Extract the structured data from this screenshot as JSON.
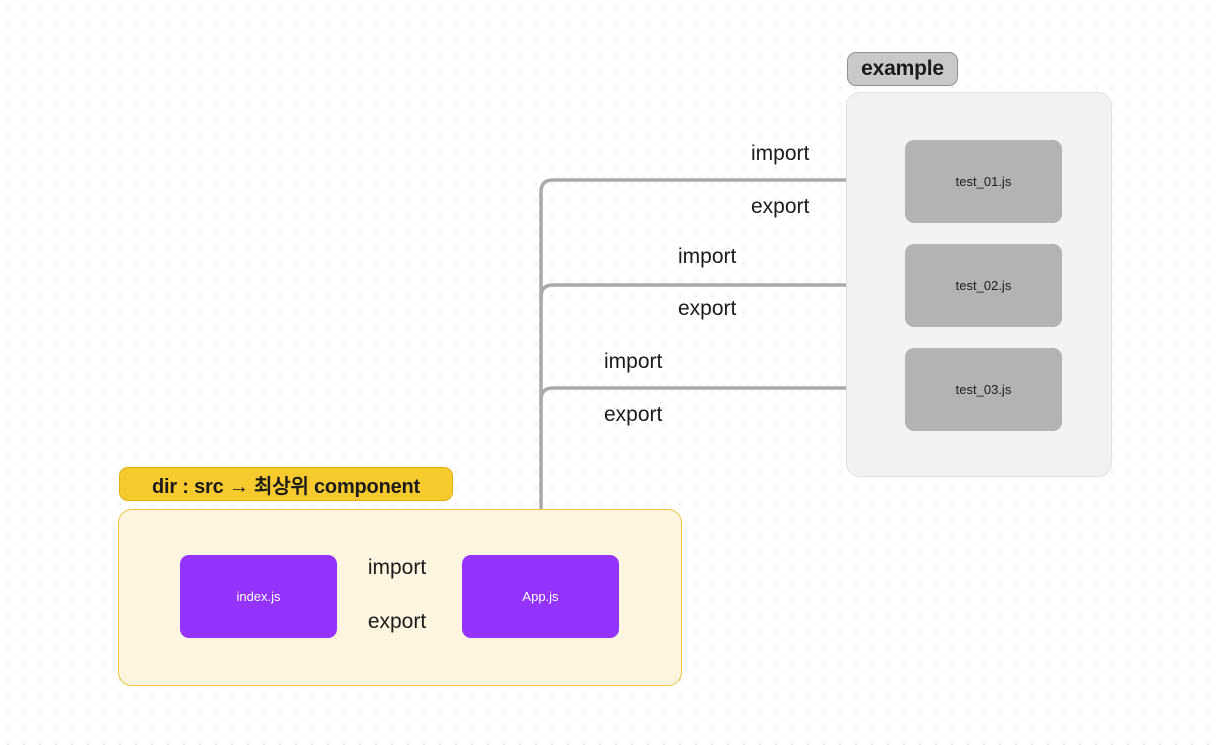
{
  "canvas": {
    "background": "#ffffff",
    "dot_color": "#dcdcdc"
  },
  "groups": [
    {
      "id": "example",
      "badge_label": "example",
      "badge_color": "#c9c9c9",
      "panel_color": "#f2f2f2",
      "nodes": [
        {
          "id": "test-01",
          "label": "test_01.js",
          "color": "#b3b3b3"
        },
        {
          "id": "test-02",
          "label": "test_02.js",
          "color": "#b3b3b3"
        },
        {
          "id": "test-03",
          "label": "test_03.js",
          "color": "#b3b3b3"
        }
      ]
    },
    {
      "id": "src",
      "badge_label": "dir : src → 최상위 component",
      "badge_color": "#f7cb2e",
      "panel_color": "#fdf5e0",
      "nodes": [
        {
          "id": "index-js",
          "label": "index.js",
          "color": "#9333fd"
        },
        {
          "id": "app-js",
          "label": "App.js",
          "color": "#9333fd"
        }
      ]
    }
  ],
  "edges": [
    {
      "id": "app-to-test-01",
      "from": "App.js",
      "to": "test_01.js",
      "import_label": "import",
      "export_label": "export",
      "direction": "one-way"
    },
    {
      "id": "app-to-test-02",
      "from": "App.js",
      "to": "test_02.js",
      "import_label": "import",
      "export_label": "export",
      "direction": "one-way"
    },
    {
      "id": "app-to-test-03",
      "from": "App.js",
      "to": "test_03.js",
      "import_label": "import",
      "export_label": "export",
      "direction": "one-way"
    },
    {
      "id": "index-to-app",
      "from": "index.js",
      "to": "App.js",
      "import_label": "import",
      "export_label": "export",
      "direction": "two-way"
    }
  ],
  "edge_color": "#aaaaaa"
}
